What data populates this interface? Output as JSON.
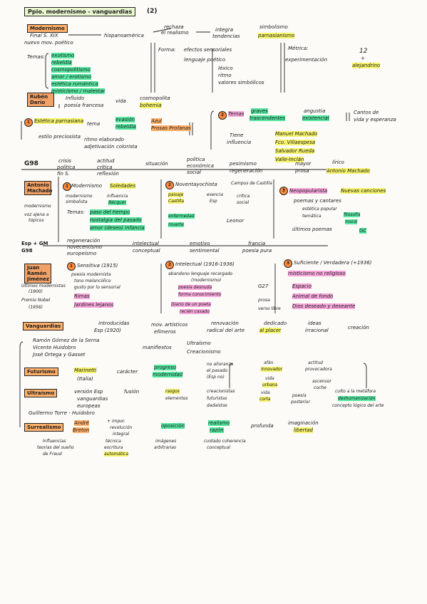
{
  "title": "Ppio. modernismo - vanguardias",
  "title_num": "(2)",
  "modernismo": {
    "label": "Modernismo",
    "intro": [
      "Final S. XIX",
      "nuevo mov. poético"
    ],
    "arrow1": "hispanoamérica",
    "rechaza": [
      "rechaza",
      "el realismo"
    ],
    "integra": [
      "integra",
      "tendencias"
    ],
    "integra_items": [
      "simbolismo",
      "parnasianismo"
    ],
    "temas_label": "Temas:",
    "temas": [
      "exotismo",
      "rebeldía",
      "cosmopolitismo",
      "amor / erotismo",
      "estética romántica",
      "misticismo / malestar"
    ],
    "forma_label": "Forma:",
    "forma": [
      "efectos sensoriales",
      "lenguaje poético"
    ],
    "forma_sub": [
      "léxico",
      "ritmo",
      "valores simbólicos"
    ],
    "metrica": "Métrica:",
    "experimentacion": "experimentación",
    "metrica_vals": [
      "12",
      "+",
      "alejandrino"
    ]
  },
  "ruben": {
    "name": "Rubén Darío",
    "influye": [
      "Influido",
      "poesía francesa"
    ],
    "vida": "vida",
    "vida_vals": [
      "cosmopolita",
      "bohemia"
    ],
    "item1_label": "Estética parnasiana",
    "item1_sub": [
      "estilo preciosista"
    ],
    "tema": "tema",
    "tema_vals": [
      "evasión",
      "rebeldía"
    ],
    "tema_right": [
      "Azul",
      "Prosas Profanas"
    ],
    "ritmo": [
      "ritmo elaborado",
      "adjetivación colorista"
    ],
    "item2_label": "Temas",
    "item2_vals": [
      "graves",
      "trascendentes"
    ],
    "angustia": [
      "angustia",
      "existencial"
    ],
    "cantos": [
      "Cantos de",
      "vida y esperanza"
    ],
    "tiene": [
      "Tiene",
      "influencia"
    ],
    "influencia": [
      "Manuel Machado",
      "Fco. Villaespesa",
      "Salvador Rueda",
      "Valle-Inclán"
    ]
  },
  "g98": {
    "label": "G98",
    "crisis": [
      "crisis",
      "política",
      "fin S."
    ],
    "actitud": [
      "actitud",
      "crítica",
      "reflexión"
    ],
    "situacion": "situación",
    "situacion_vals": [
      "política",
      "económica",
      "social"
    ],
    "regeneracion": [
      "pesimismo",
      "regeneración"
    ],
    "mayor": [
      "mayor",
      "prosa"
    ],
    "lirico": "lírico",
    "antonio": "Antonio Machado"
  },
  "antonio": {
    "name": "Antonio Machado",
    "subtitle": [
      "modernismo",
      "voz ajena a",
      "tópicos"
    ],
    "p1_label": "Modernismo",
    "p1_val": "Soledades",
    "p1_sub": [
      "modernismo",
      "simbolista"
    ],
    "p1_influencia": [
      "influencia",
      "Bécquer"
    ],
    "temas_label": "Temas:",
    "temas": [
      "paso del tiempo",
      "nostalgia del pasado",
      "amor (deseo) infancia"
    ],
    "p2_label": "Noventayochista",
    "p2_val": "Campos de Castilla",
    "paisaje": [
      "paisaje",
      "Castilla"
    ],
    "esencia": [
      "esencia",
      "Esp"
    ],
    "critica": [
      "crítica",
      "social"
    ],
    "enfermedad": [
      "enfermedad",
      "muerte"
    ],
    "leonor": "Leonor",
    "p3_label": "Neopopularista",
    "p3_val": "Nuevas canciones",
    "poemas": "poemas y cantares",
    "estetica": [
      "estética popular",
      "temática"
    ],
    "filosofia": [
      "filosofía",
      "moral"
    ],
    "ultimos": "últimos poemas",
    "gc": "GC"
  },
  "esp": {
    "label": [
      "Esp + GM",
      "G98"
    ],
    "regeneracion": [
      "regeneración",
      "novecentismo",
      "europeísmo"
    ],
    "intelectual": [
      "intelectual",
      "conceptual"
    ],
    "emotivo": [
      "emotivo",
      "sentimental"
    ],
    "francia": [
      "francia",
      "poesía pura"
    ]
  },
  "juan": {
    "name": "Juan Ramón Jiménez",
    "premio": [
      "Ultimos modernistas",
      "(1900)",
      "Premio Nobel",
      "(1956)"
    ],
    "p1_label": "Sensitiva (1915)",
    "p1_sub": [
      "poesía modernista",
      "tono melancólico",
      "gusto por lo sensorial"
    ],
    "p1_items": [
      "Rimas",
      "Jardines lejanos"
    ],
    "p2_label": "Intelectual (1916-1936)",
    "p2_sub": [
      "abandono lenguaje recargado",
      "(modernismo)"
    ],
    "p2_items": [
      "poesía desnuda",
      "forma conocimiento"
    ],
    "gc": "G27",
    "diario": [
      "Diario de un poeta",
      "recién casado"
    ],
    "prosa": [
      "prosa",
      "verso libre"
    ],
    "p3_label": "Suficiente / Verdadera (+1936)",
    "p3_sub": "misticismo no religioso",
    "p3_items": [
      "Espacio",
      "Animal de fondo",
      "Dios deseado y deseante"
    ]
  },
  "vanguardias": {
    "label": "Vanguardias",
    "introducidas": [
      "introducidas",
      "Esp (1920)"
    ],
    "mov": [
      "mov. artísticos",
      "efímeros"
    ],
    "renovacion": [
      "renovación",
      "radical del arte"
    ],
    "dedicado": [
      "dedicado",
      "al placer"
    ],
    "ideas": [
      "ideas",
      "irracional"
    ],
    "creacion": "creación",
    "names": [
      "Ramón Gómez de la Serna",
      "Vicente Huidobro",
      "José Ortega y Gasset"
    ],
    "manifiestos": "manifiestos",
    "manifiestos_vals": [
      "Ultraísmo",
      "Creacionismo"
    ],
    "futurismo": "Futurismo",
    "futurismo_who": "Marinetti",
    "futurismo_sub": "(Italia)",
    "carácter": "carácter",
    "progreso": [
      "progreso",
      "modernidad"
    ],
    "no_añoranza": [
      "no añoranza",
      "el pasado",
      "(Esp no)"
    ],
    "afan": "afán",
    "innovador": "innovador",
    "vida": [
      "vida",
      "urbana"
    ],
    "actitud": [
      "actitud",
      "provocadora"
    ],
    "ascensor": [
      "ascensor",
      "coche"
    ],
    "ultraismo": "Ultraísmo",
    "ultraismo_desc": [
      "versión Esp",
      "vanguardias",
      "europeas"
    ],
    "fusion": "fusión",
    "fusion_vals": [
      "rasgos",
      "elementos"
    ],
    "creacionistas": [
      "creacionistas",
      "futuristas",
      "dadaístas"
    ],
    "vida_corta": [
      "vida",
      "corta"
    ],
    "poesia": [
      "poesía",
      "posterior"
    ],
    "culto": [
      "culto a la metáfora",
      "deshumanización",
      "concepto lógico del arte"
    ],
    "guillermo": "Guillermo Torre - Huidobro",
    "surrealismo": "Surrealismo",
    "andre": [
      "André",
      "Breton"
    ],
    "impor": [
      "+ impor.",
      "revolución",
      "integral"
    ],
    "oposicion": "oposición",
    "realismo": [
      "realismo",
      "razón"
    ],
    "profunda": "profunda",
    "imaginacion": [
      "imaginación",
      "libertad"
    ],
    "influencias": [
      "Influencias",
      "teorías del sueño",
      "de Freud"
    ],
    "tecnica": [
      "técnica",
      "escritura",
      "automática"
    ],
    "imagenes": [
      "imágenes",
      "arbitrarias"
    ],
    "cuidado": [
      "cuidado coherencia",
      "conceptual"
    ]
  }
}
